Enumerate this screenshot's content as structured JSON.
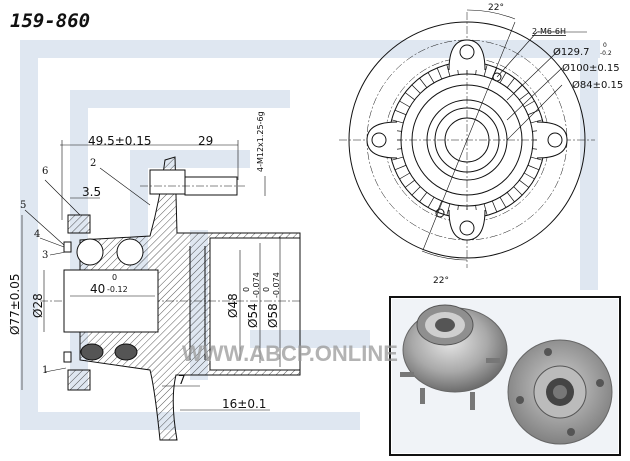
{
  "title": "159-860",
  "watermark": "WWW.ABCP.ONLINE",
  "side_view": {
    "dim_width": "49.5±0.15",
    "dim_stud_length": "29",
    "dim_stud_thread": "4-M12x1.25-6g",
    "dim_flange_offset": "3.5",
    "dim_outer_dia": "Ø77±0.05",
    "dim_bore": "Ø28",
    "dim_bearing_width": "40",
    "dim_bearing_width_tol_upper": "0",
    "dim_bearing_width_tol_lower": "-0.12",
    "dim_pilot_48": "Ø48",
    "dim_pilot_54": "Ø54",
    "dim_pilot_54_tol_upper": "0",
    "dim_pilot_54_tol_lower": "-0.074",
    "dim_pilot_58": "Ø58",
    "dim_pilot_58_tol_upper": "0",
    "dim_pilot_58_tol_lower": "-0.074",
    "dim_step": "7",
    "dim_pilot_length": "16±0.1",
    "part_labels": [
      "1",
      "2",
      "3",
      "4",
      "5",
      "6"
    ]
  },
  "front_view": {
    "angle_top": "22°",
    "angle_bottom": "22°",
    "thread_holes": "2-M6-6H",
    "pcd_outer": "Ø129.7",
    "pcd_outer_tol_upper": "0",
    "pcd_outer_tol_lower": "-0.2",
    "pcd_bolt": "Ø100±0.15",
    "pcd_inner": "Ø84±0.15"
  },
  "colors": {
    "watermark_bg": "#dfe7f1",
    "line": "#111111",
    "photo_border": "#111111"
  }
}
